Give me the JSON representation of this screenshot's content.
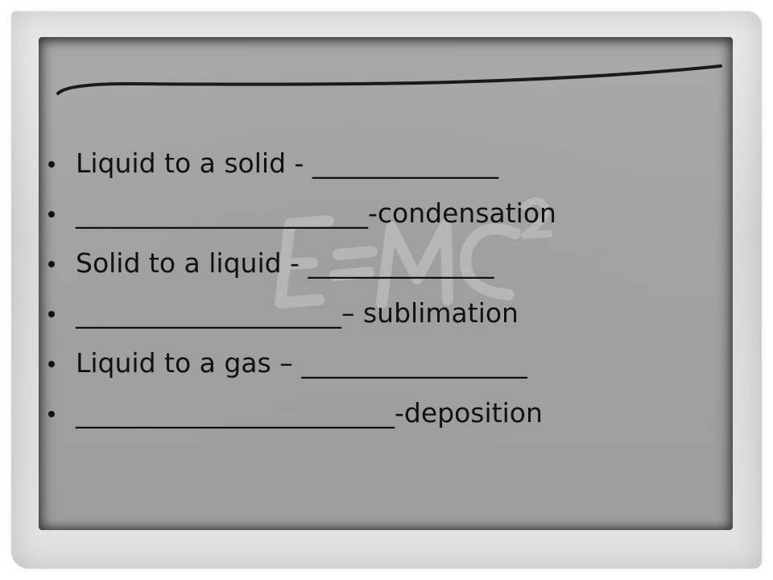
{
  "slide": {
    "items": [
      {
        "text": "Liquid to a solid - ______________"
      },
      {
        "text": "______________________-condensation"
      },
      {
        "text": "Solid to a liquid - ______________"
      },
      {
        "text": "____________________– sublimation"
      },
      {
        "text": "Liquid to a gas – _________________"
      },
      {
        "text": "________________________-deposition"
      }
    ],
    "icons": {
      "bullet": "bullet-dot-icon",
      "background": "chalkboard-emc2-background"
    },
    "colors": {
      "text": "#111111",
      "board": "#a3a3a3",
      "frame": "#e2e2e2"
    }
  }
}
